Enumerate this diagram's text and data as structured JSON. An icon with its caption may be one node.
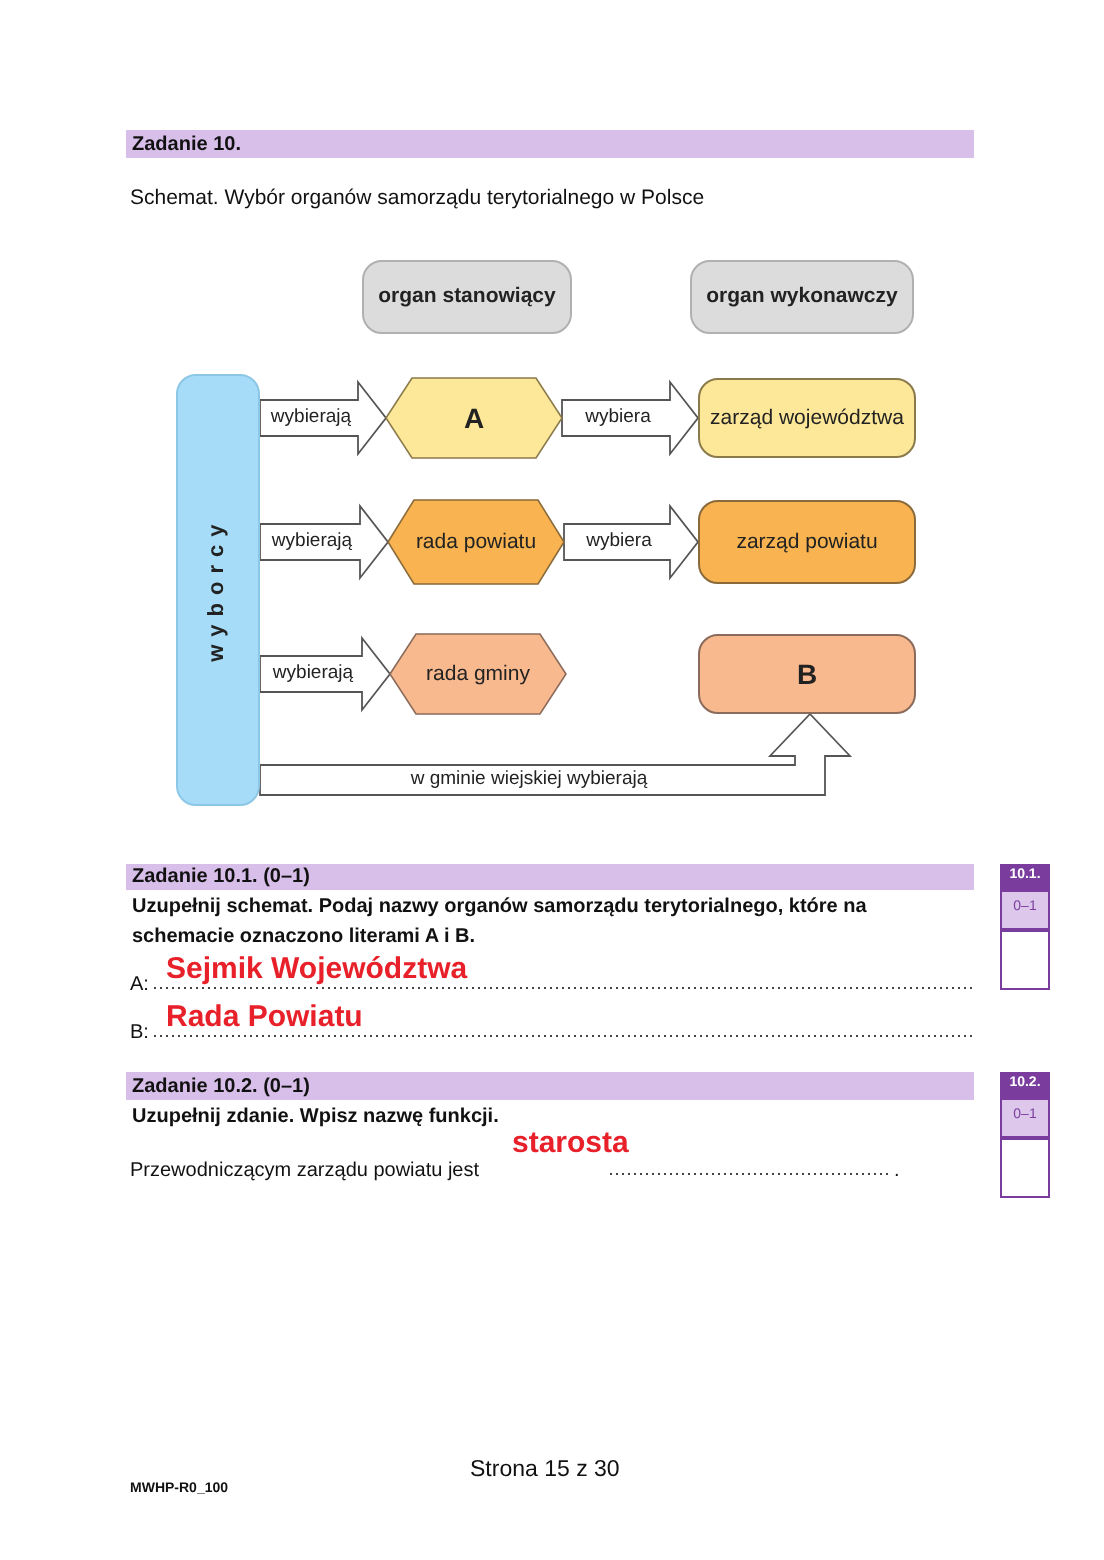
{
  "diagram": {
    "title": "Schemat. Wybór organów samorządu terytorialnego w Polsce",
    "nodes": [
      {
        "text": [
          "organ stanowiący"
        ]
      },
      {
        "text": [
          "organ wykonawczy"
        ]
      },
      {
        "text": [
          "wyborcy"
        ]
      },
      {
        "text": [
          "A"
        ]
      },
      {
        "text": [
          "zarząd województwa"
        ]
      },
      {
        "text": [
          "rada powiatu"
        ]
      },
      {
        "text": [
          "zarząd powiatu"
        ]
      },
      {
        "text": [
          "rada gminy"
        ]
      },
      {
        "text": [
          "B"
        ]
      }
    ],
    "edges": [
      {
        "from": 2,
        "to": 3,
        "arrow": "to",
        "label": "wybierają"
      },
      {
        "from": 3,
        "to": 4,
        "arrow": "to",
        "label": "wybiera"
      },
      {
        "from": 2,
        "to": 5,
        "arrow": "to",
        "label": "wybierają"
      },
      {
        "from": 5,
        "to": 6,
        "arrow": "to",
        "label": "wybiera"
      },
      {
        "from": 2,
        "to": 7,
        "arrow": "to",
        "label": "wybierają"
      },
      {
        "from": 2,
        "to": 8,
        "arrow": "to",
        "label": "w gminie wiejskiej wybierają"
      }
    ],
    "labels": [
      "Zadanie 10.",
      "Zadanie 10.1. (0–1)",
      "Uzupełnij schemat. Podaj nazwy organów samorządu terytorialnego, które na schemacie oznaczono literami A i B.",
      "A:",
      "Sejmik Województwa",
      "B:",
      "Rada Powiatu",
      "10.1.",
      "0–1",
      "Zadanie 10.2. (0–1)",
      "Uzupełnij zdanie. Wpisz nazwę funkcji.",
      "starosta",
      "Przewodniczącym zarządu powiatu jest",
      ".",
      "10.2.",
      "0–1",
      "Strona 15 z 30",
      "MWHP-R0_100"
    ]
  }
}
